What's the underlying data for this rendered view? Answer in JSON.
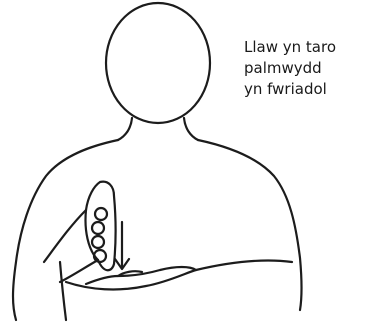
{
  "caption": {
    "lines": [
      "Llaw yn taro",
      "palmwydd",
      "yn fwriadol"
    ]
  }
}
